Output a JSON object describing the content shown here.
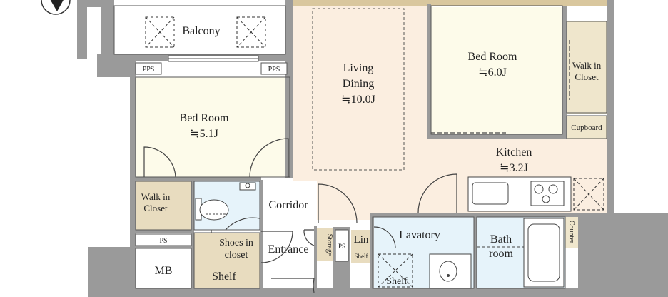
{
  "rooms": {
    "balcony": {
      "name": "Balcony"
    },
    "bedroom_left": {
      "name": "Bed Room",
      "size": "≒5.1J"
    },
    "living": {
      "name1": "Living",
      "name2": "Dining",
      "size": "≒10.0J"
    },
    "bedroom_right": {
      "name": "Bed Room",
      "size": "≒6.0J"
    },
    "walkin_right": {
      "line1": "Walk in",
      "line2": "Closet"
    },
    "cupboard": {
      "name": "Cupboard"
    },
    "kitchen": {
      "name": "Kitchen",
      "size": "≒3.2J"
    },
    "walkin_left": {
      "line1": "Walk in",
      "line2": "Closet"
    },
    "corridor": {
      "name": "Corridor"
    },
    "entrance": {
      "name": "Entrance"
    },
    "shoes_closet": {
      "line1": "Shoes in",
      "line2": "closet"
    },
    "shelf_left": {
      "name": "Shelf"
    },
    "mb": {
      "name": "MB"
    },
    "storage": {
      "name": "Storage"
    },
    "lin_shelf": {
      "line1": "Lin",
      "line2": "Shelf"
    },
    "lavatory": {
      "name": "Lavatory"
    },
    "shelf_lav": {
      "name": "Shelf"
    },
    "bathroom": {
      "line1": "Bath",
      "line2": "room"
    },
    "counter": {
      "name": "Counter"
    }
  },
  "labels": {
    "pps_left": "PPS",
    "pps_right": "PPS",
    "ps_left": "PS",
    "ps_mid": "PS"
  },
  "colors": {
    "wall": "#9a9a9a",
    "floor_living": "#fbeee0",
    "floor_room": "#fdfbea",
    "floor_wet": "#e6f3fa",
    "floor_closet": "#e8dcbf",
    "floor_tan": "#efe6cc"
  }
}
